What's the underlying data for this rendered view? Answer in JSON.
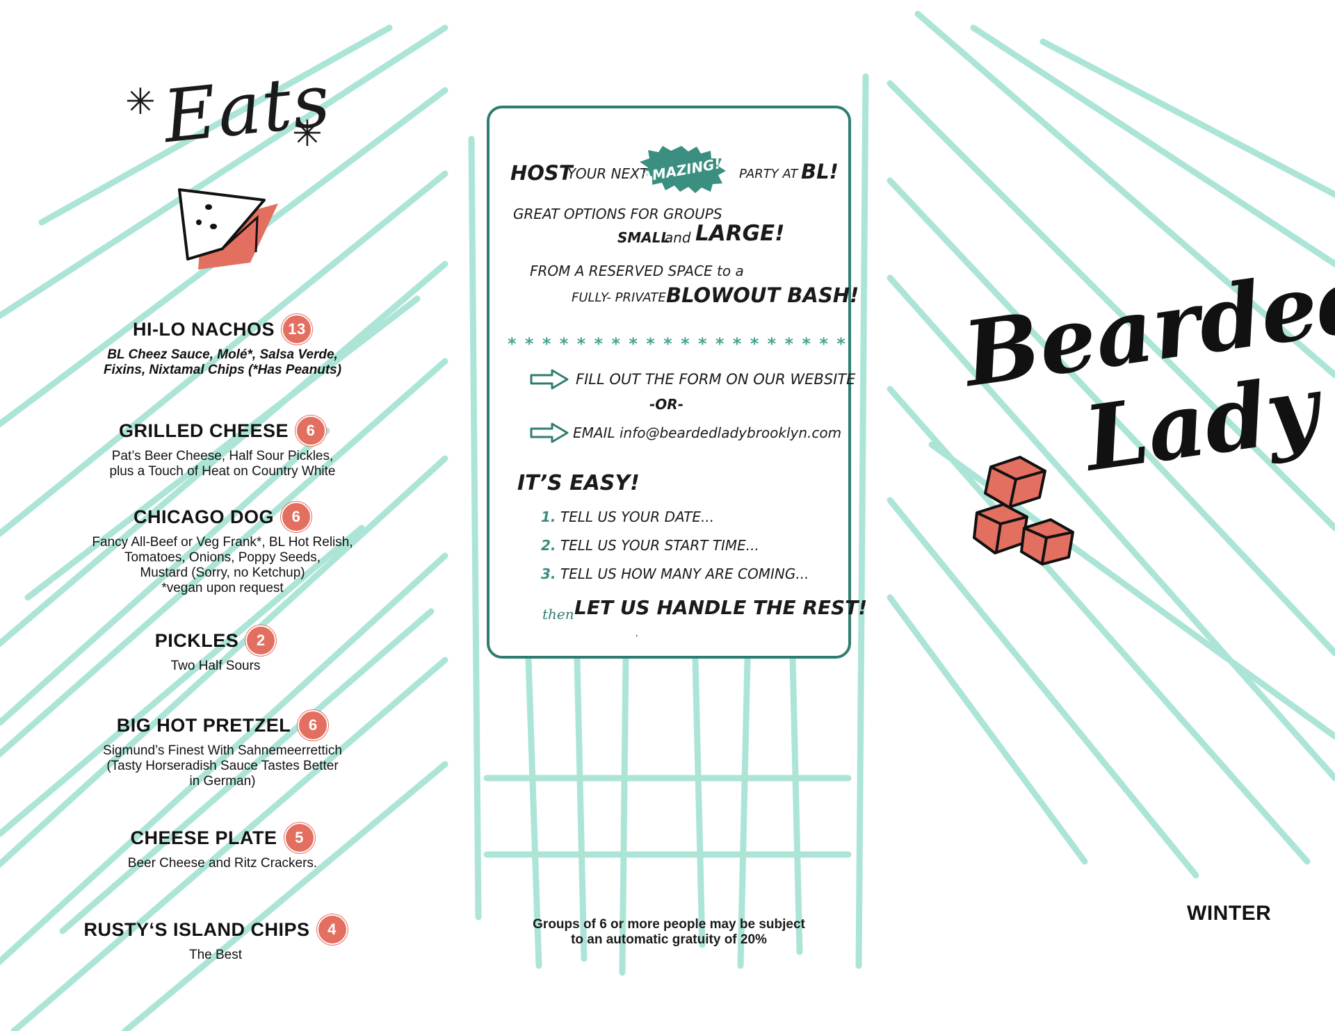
{
  "colors": {
    "accent_teal": "#2f7d70",
    "stripe_mint": "#a8e4d6",
    "badge_coral": "#e36f61"
  },
  "eats": {
    "title": "Eats",
    "items": [
      {
        "name": "HI-LO NACHOS",
        "price": "13",
        "desc": "BL Cheez Sauce, Molé*, Salsa Verde,\nFixins, Nixtamal Chips (*Has Peanuts)"
      },
      {
        "name": "GRILLED CHEESE",
        "price": "6",
        "desc": "Pat’s Beer Cheese, Half Sour Pickles,\nplus a Touch of Heat on Country White"
      },
      {
        "name": "CHICAGO DOG",
        "price": "6",
        "desc": "Fancy All-Beef or Veg Frank*, BL Hot Relish,\nTomatoes, Onions, Poppy Seeds,\nMustard (Sorry, no Ketchup)\n*vegan upon request"
      },
      {
        "name": "PICKLES",
        "price": "2",
        "desc": "Two Half Sours"
      },
      {
        "name": "BIG HOT PRETZEL",
        "price": "6",
        "desc": "Sigmund’s Finest With Sahnemeerrettich\n(Tasty Horseradish Sauce Tastes Better\nin German)"
      },
      {
        "name": "CHEESE PLATE",
        "price": "5",
        "desc": "Beer Cheese and Ritz Crackers."
      },
      {
        "name": "RUSTY‘S ISLAND CHIPS",
        "price": "4",
        "desc": "The Best"
      }
    ]
  },
  "party": {
    "host": "HOST",
    "your_next": "YOUR NEXT",
    "amazing": "AMAZING!",
    "party_at": "PARTY AT",
    "bl": "BL!",
    "great_options": "GREAT OPTIONS FOR GROUPS",
    "small": "SMALL",
    "and": "and",
    "large": "LARGE!",
    "from_reserved": "FROM A RESERVED SPACE to a",
    "fully_private": "FULLY- PRIVATE",
    "blowout": "BLOWOUT BASH!",
    "stars": "* * * * * * * * * * * * * * * * * * * *",
    "fill_out": "FILL OUT THE FORM ON OUR WEBSITE",
    "or": "-OR-",
    "email": "EMAIL info@beardedladybrooklyn.com",
    "its_easy": "IT’S EASY!",
    "steps": [
      {
        "num": "1.",
        "text": "TELL US YOUR DATE..."
      },
      {
        "num": "2.",
        "text": "TELL US YOUR START TIME..."
      },
      {
        "num": "3.",
        "text": "TELL US HOW MANY ARE COMING..."
      }
    ],
    "then": "then",
    "handle_rest": "LET US HANDLE THE REST!",
    "dot": "."
  },
  "gratuity": "Groups of 6 or more people may be subject\nto an automatic gratuity of 20%",
  "brand": {
    "line1": "Bearded",
    "line2": "Lady"
  },
  "season": "WINTER",
  "icons": [
    "star-icon",
    "cheese-wedge-icon",
    "arrow-right-icon",
    "ice-cubes-icon"
  ]
}
